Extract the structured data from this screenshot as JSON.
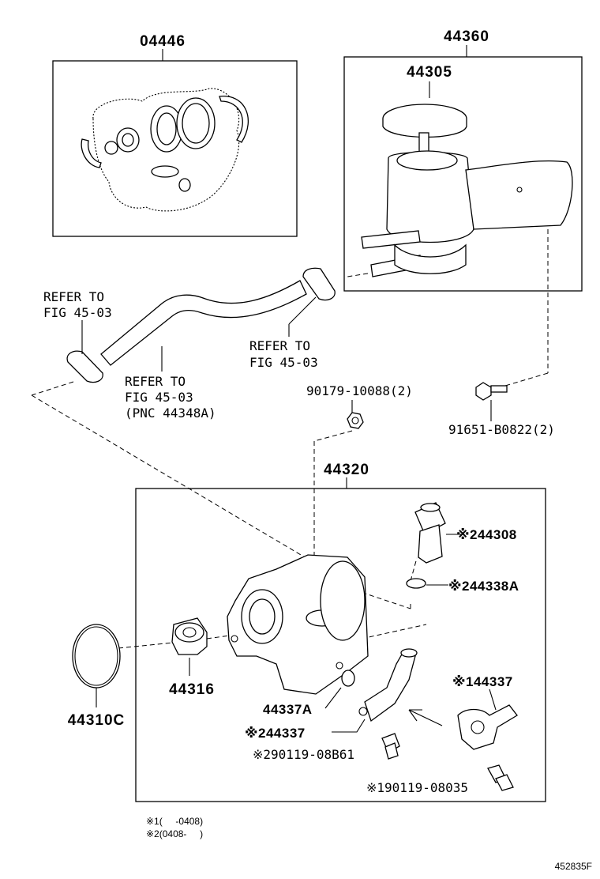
{
  "labels": {
    "kit_04446": "04446",
    "res_44360": "44360",
    "res_44305": "44305",
    "refer_left_1": "REFER TO",
    "refer_left_2": "FIG 45-03",
    "refer_right_1": "REFER TO",
    "refer_right_2": "FIG 45-03",
    "refer_mid_1": "REFER TO",
    "refer_mid_2": "FIG 45-03",
    "refer_mid_3": "(PNC 44348A)",
    "nut_90179": "90179-10088(2)",
    "bolt_91651": "91651-B0822(2)",
    "pump_44320": "44320",
    "p_44308": "※244308",
    "p_44338A": "※244338A",
    "p_44337_1": "※144337",
    "p_44337A": "44337A",
    "p_44337_2": "※244337",
    "p_90119_08B61": "※290119-08B61",
    "p_90119_08035": "※190119-08035",
    "p_44316": "44316",
    "p_44310C": "44310C",
    "note_1": "※1(     -0408)",
    "note_2": "※2(0408-     )",
    "fig_code": "452835F"
  }
}
